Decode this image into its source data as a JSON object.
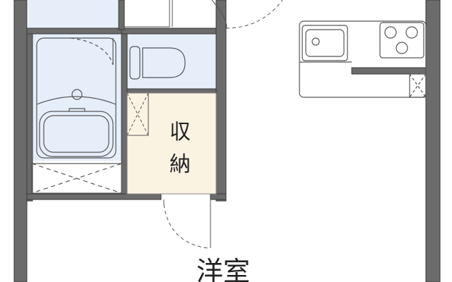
{
  "rooms": {
    "storage": {
      "char1": "収",
      "char2": "納"
    },
    "western_room": {
      "label": "洋室"
    }
  },
  "colors": {
    "wall": "#6b6b6b",
    "wall_outline": "#3a3a3a",
    "wet_area": "#e6eefa",
    "storage_fill": "#fbf3e2",
    "line": "#555555"
  }
}
